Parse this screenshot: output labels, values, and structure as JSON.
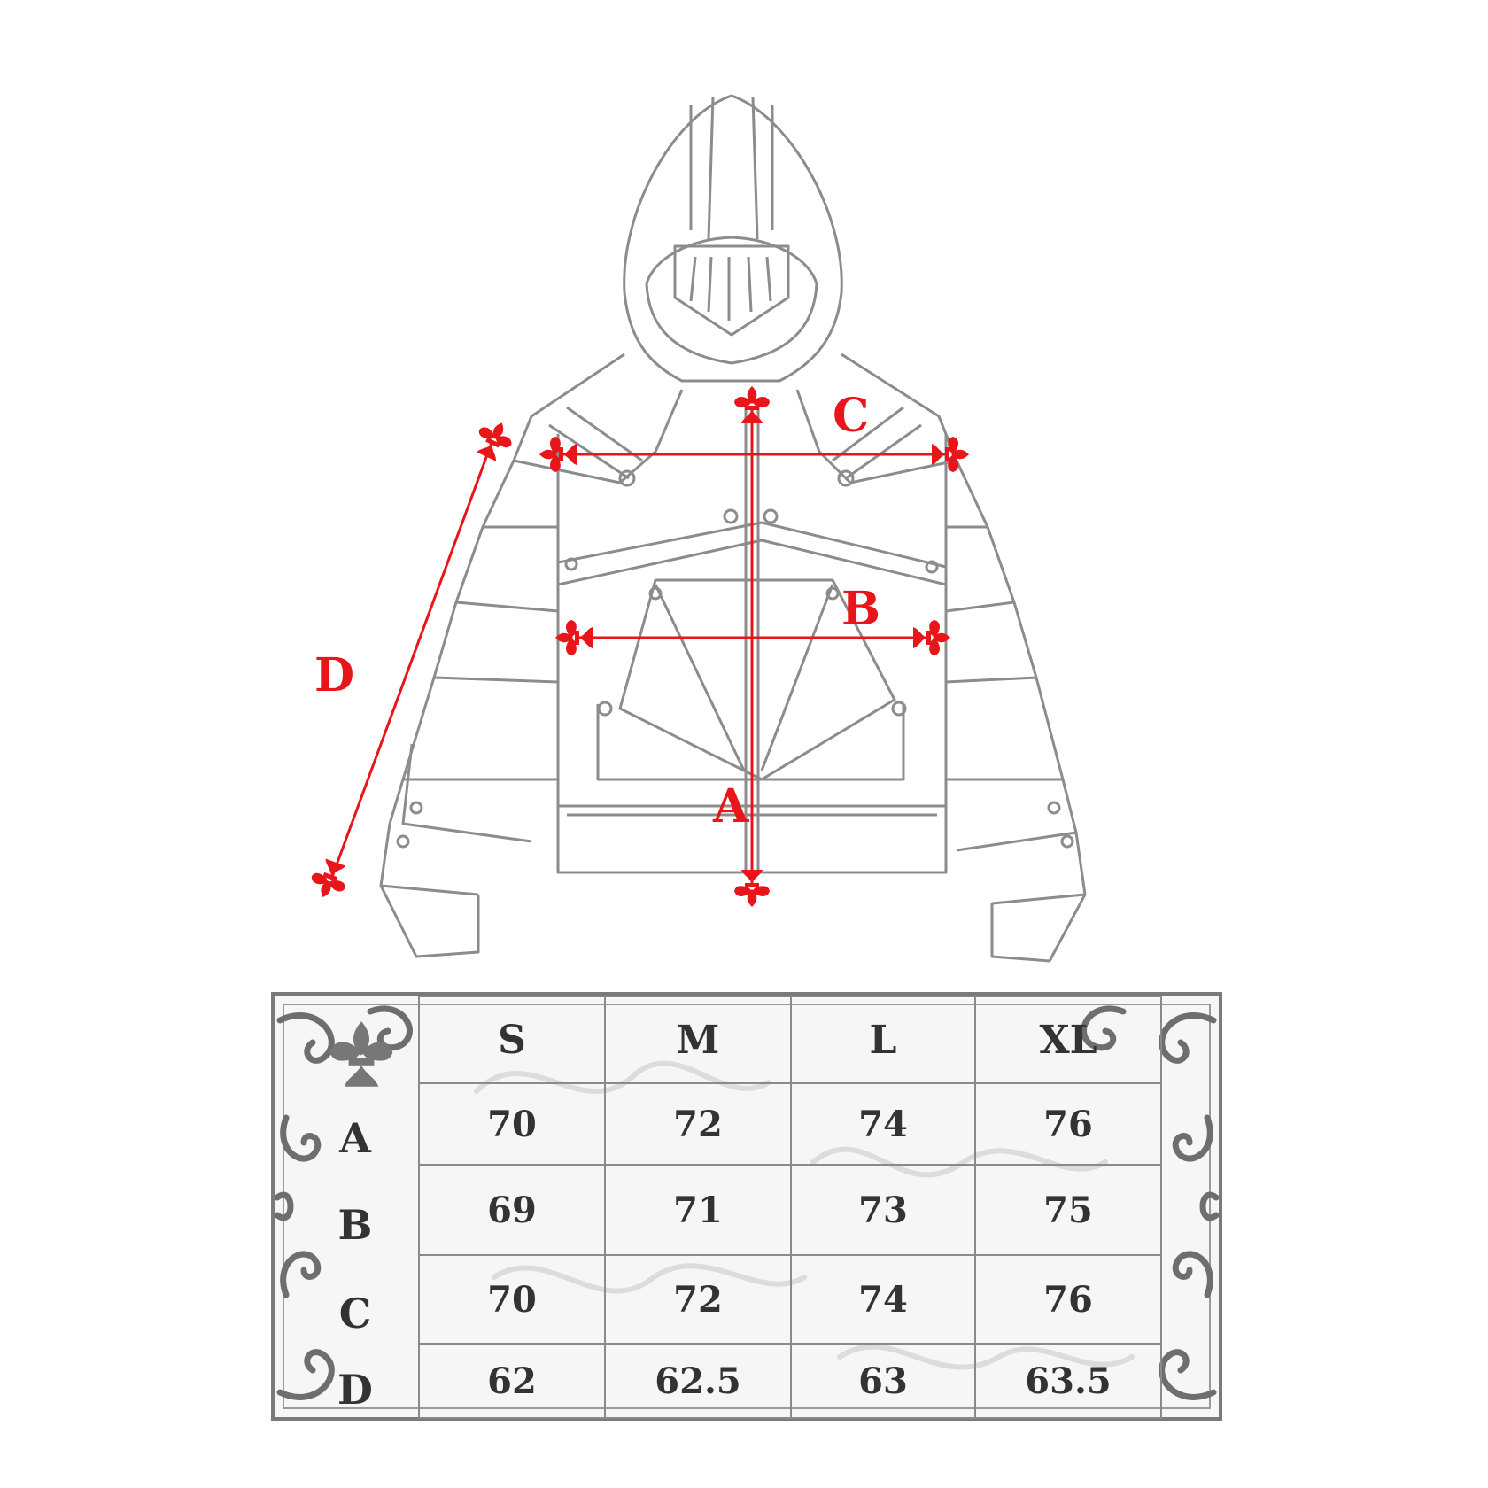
{
  "labels": {
    "A": "A",
    "B": "B",
    "C": "C",
    "D": "D"
  },
  "size_chart": {
    "sizes": [
      "S",
      "M",
      "L",
      "XL"
    ],
    "rows": [
      {
        "label": "A",
        "values": [
          "70",
          "72",
          "74",
          "76"
        ]
      },
      {
        "label": "B",
        "values": [
          "69",
          "71",
          "73",
          "75"
        ]
      },
      {
        "label": "C",
        "values": [
          "70",
          "72",
          "74",
          "76"
        ]
      },
      {
        "label": "D",
        "values": [
          "62",
          "62.5",
          "63",
          "63.5"
        ]
      }
    ]
  },
  "colors": {
    "measure": "#e8161b",
    "outline": "#8c8c8c",
    "frame": "#7a7a7a",
    "text": "#333333"
  },
  "icons": [
    "fleur-de-lis-icon",
    "filigree-ornament"
  ]
}
